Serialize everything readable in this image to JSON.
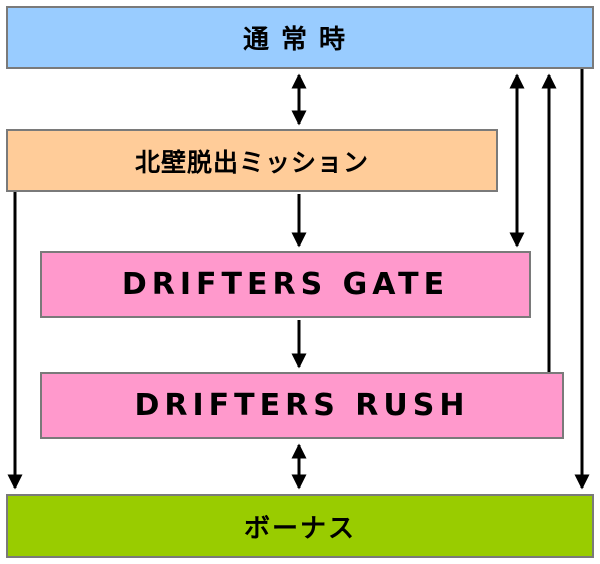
{
  "nodes": {
    "normal": {
      "label": "通常時",
      "color": "#99ccff"
    },
    "mission": {
      "label": "北壁脱出ミッション",
      "color": "#ffcc99"
    },
    "gate": {
      "label": "DRIFTERS GATE",
      "color": "#ff99cc"
    },
    "rush": {
      "label": "DRIFTERS RUSH",
      "color": "#ff99cc"
    },
    "bonus": {
      "label": "ボーナス",
      "color": "#99cc00"
    }
  },
  "edges": [
    {
      "from": "normal",
      "to": "mission",
      "direction": "both"
    },
    {
      "from": "mission",
      "to": "gate",
      "direction": "forward"
    },
    {
      "from": "mission",
      "to": "bonus",
      "direction": "forward"
    },
    {
      "from": "gate",
      "to": "rush",
      "direction": "forward"
    },
    {
      "from": "rush",
      "to": "bonus",
      "direction": "both"
    },
    {
      "from": "normal",
      "to": "gate",
      "direction": "both"
    },
    {
      "from": "rush",
      "to": "normal",
      "direction": "forward"
    },
    {
      "from": "normal",
      "to": "bonus",
      "direction": "forward"
    }
  ]
}
